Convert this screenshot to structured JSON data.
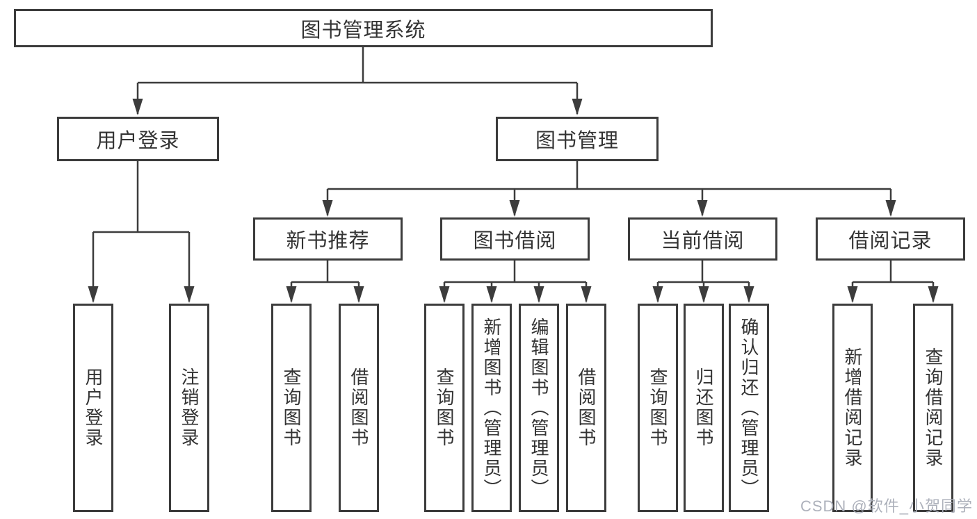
{
  "colors": {
    "line": "#3c3c3c",
    "box_border": "#3c3c3c",
    "box_fill": "#ffffff",
    "text": "#333333",
    "watermark": "#a9adb8",
    "background": "#ffffff"
  },
  "tree": {
    "label": "图书管理系统",
    "children": [
      {
        "label": "用户登录",
        "children": [
          {
            "label": "用户登录"
          },
          {
            "label": "注销登录"
          }
        ]
      },
      {
        "label": "图书管理",
        "children": [
          {
            "label": "新书推荐",
            "children": [
              {
                "label": "查询图书"
              },
              {
                "label": "借阅图书"
              }
            ]
          },
          {
            "label": "图书借阅",
            "children": [
              {
                "label": "查询图书"
              },
              {
                "label": "新增图书（管理员）"
              },
              {
                "label": "编辑图书（管理员）"
              },
              {
                "label": "借阅图书"
              }
            ]
          },
          {
            "label": "当前借阅",
            "children": [
              {
                "label": "查询图书"
              },
              {
                "label": "归还图书"
              },
              {
                "label": "确认归还（管理员）"
              }
            ]
          },
          {
            "label": "借阅记录",
            "children": [
              {
                "label": "新增借阅记录"
              },
              {
                "label": "查询借阅记录"
              }
            ]
          }
        ]
      }
    ]
  },
  "watermark": {
    "text": "CSDN @软件_小贺同学"
  }
}
